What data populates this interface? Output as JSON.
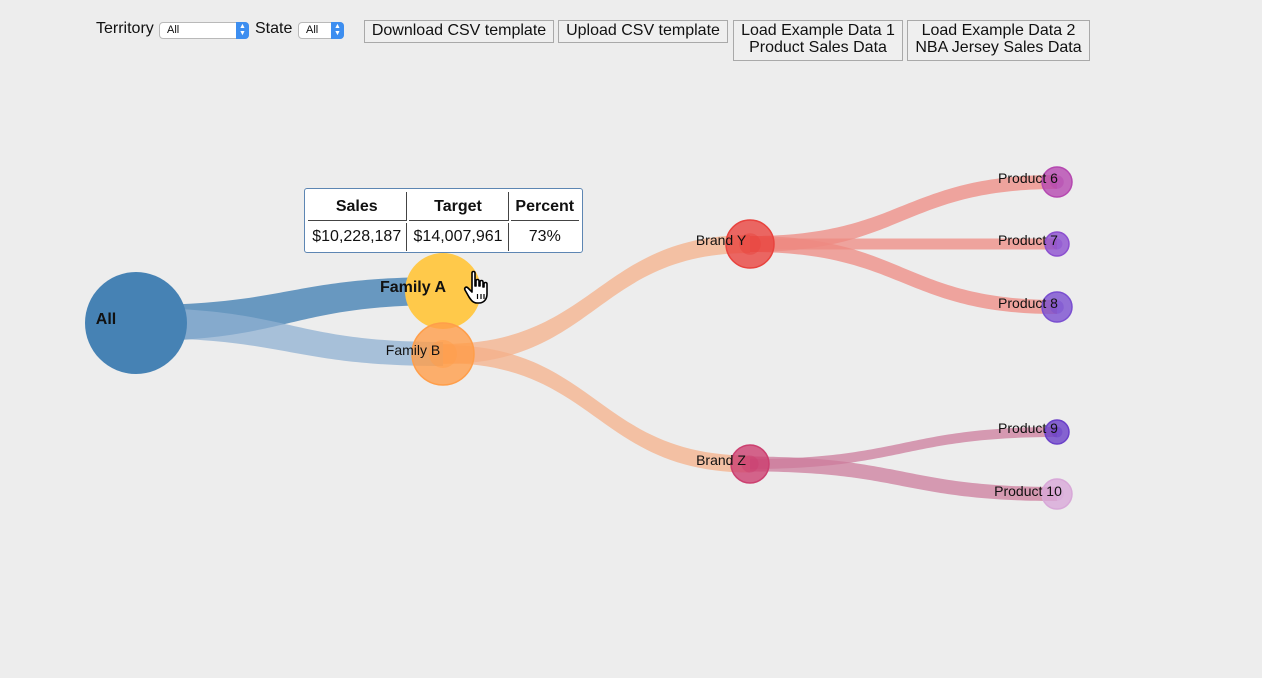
{
  "controls": {
    "territory_label": "Territory",
    "territory_value": "All",
    "state_label": "State",
    "state_value": "All",
    "download_label": "Download CSV template",
    "upload_label": "Upload CSV template",
    "example1_line1": "Load Example Data 1",
    "example1_line2": "Product Sales Data",
    "example2_line1": "Load Example Data 2",
    "example2_line2": "NBA Jersey Sales Data"
  },
  "tooltip": {
    "headers": [
      "Sales",
      "Target",
      "Percent"
    ],
    "values": [
      "$10,228,187",
      "$14,007,961",
      "73%"
    ]
  },
  "tree": {
    "nodes": [
      {
        "id": "all",
        "label": "All",
        "color": "#4682b4",
        "bold": true
      },
      {
        "id": "famA",
        "label": "Family A",
        "color": "#ffc94a",
        "bold": true
      },
      {
        "id": "famB",
        "label": "Family B",
        "color": "#ff9e4a",
        "bold": false
      },
      {
        "id": "brandY",
        "label": "Brand Y",
        "color": "#e8433e",
        "bold": false
      },
      {
        "id": "brandZ",
        "label": "Brand Z",
        "color": "#cc4070",
        "bold": false
      },
      {
        "id": "p6",
        "label": "Product 6",
        "color": "#b548b0",
        "bold": false
      },
      {
        "id": "p7",
        "label": "Product 7",
        "color": "#8c4fcf",
        "bold": false
      },
      {
        "id": "p8",
        "label": "Product 8",
        "color": "#7a4fd0",
        "bold": false
      },
      {
        "id": "p9",
        "label": "Product 9",
        "color": "#6a40c8",
        "bold": false
      },
      {
        "id": "p10",
        "label": "Product 10",
        "color": "#d8a8d8",
        "bold": false
      }
    ],
    "links": [
      {
        "source": "all",
        "target": "famA",
        "color": "#4682b4"
      },
      {
        "source": "all",
        "target": "famB",
        "color": "#8fb0d2"
      },
      {
        "source": "famB",
        "target": "brandY",
        "color": "#f4b08a"
      },
      {
        "source": "famB",
        "target": "brandZ",
        "color": "#f4b08a"
      },
      {
        "source": "brandY",
        "target": "p6",
        "color": "#ee8a82"
      },
      {
        "source": "brandY",
        "target": "p7",
        "color": "#ee8a82"
      },
      {
        "source": "brandY",
        "target": "p8",
        "color": "#ee8a82"
      },
      {
        "source": "brandZ",
        "target": "p9",
        "color": "#cc7c9c"
      },
      {
        "source": "brandZ",
        "target": "p10",
        "color": "#cc7c9c"
      }
    ]
  }
}
